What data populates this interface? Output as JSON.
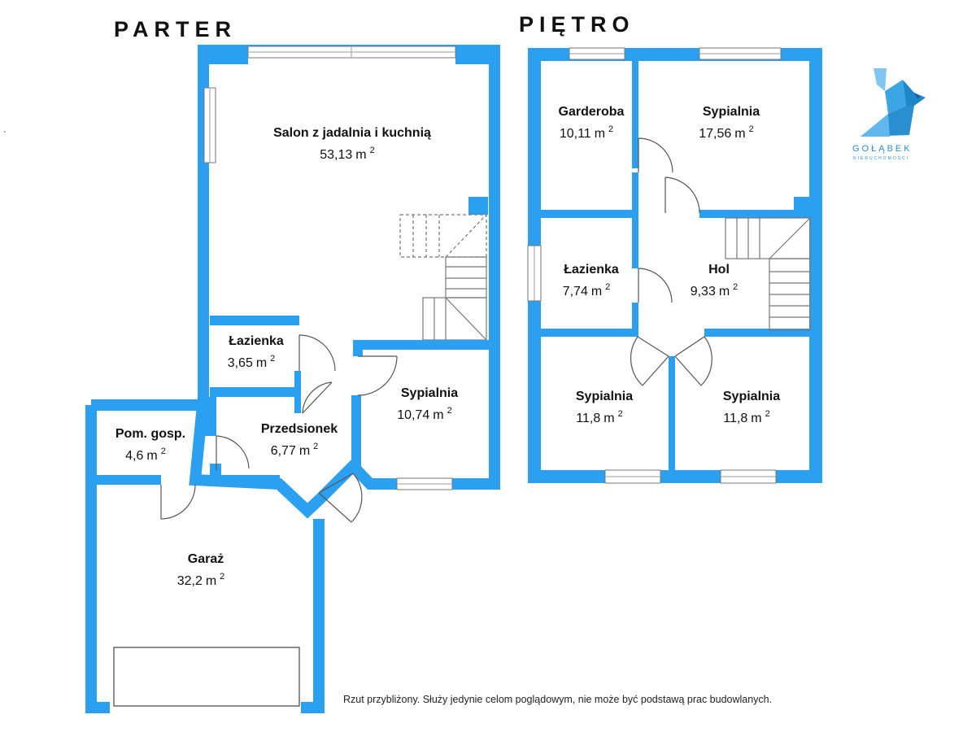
{
  "headings": {
    "ground": "PARTER",
    "upper": "PIĘTRO"
  },
  "colors": {
    "wall": "#2b9ff0",
    "window": "#ffffff",
    "line": "#555555",
    "logo": "#2a8fd0"
  },
  "logo": {
    "name": "GOŁĄBEK",
    "subtitle": "NIERUCHOMOŚCI"
  },
  "area_unit": "m",
  "area_exponent": "2",
  "ground_rooms": [
    {
      "name": "Salon z jadalnia i kuchnią",
      "area": "53,13"
    },
    {
      "name": "Łazienka",
      "area": "3,65"
    },
    {
      "name": "Sypialnia",
      "area": "10,74"
    },
    {
      "name": "Przedsionek",
      "area": "6,77"
    },
    {
      "name": "Pom. gosp.",
      "area": "4,6"
    },
    {
      "name": "Garaż",
      "area": "32,2"
    }
  ],
  "upper_rooms": [
    {
      "name": "Garderoba",
      "area": "10,11"
    },
    {
      "name": "Sypialnia",
      "area": "17,56"
    },
    {
      "name": "Łazienka",
      "area": "7,74"
    },
    {
      "name": "Hol",
      "area": "9,33"
    },
    {
      "name": "Sypialnia",
      "area": "11,8"
    },
    {
      "name": "Sypialnia",
      "area": "11,8"
    }
  ],
  "disclaimer": "Rzut przybliżony. Służy jedynie celom poglądowym, nie może być podstawą prac budowlanych."
}
